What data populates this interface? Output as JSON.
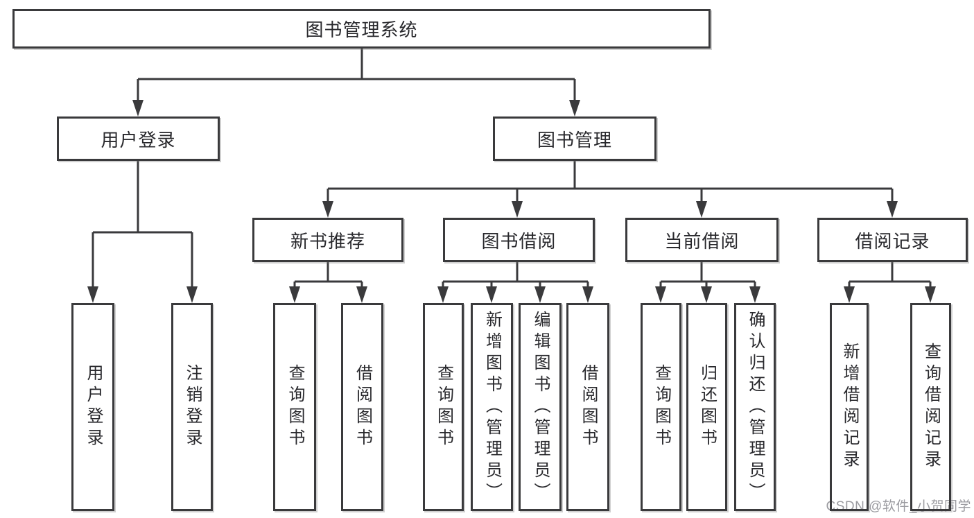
{
  "diagram": {
    "type": "hierarchy-tree",
    "title": "图书管理系统",
    "watermark": "CSDN @软件_小贺同学",
    "colors": {
      "line": "#3a3a3c",
      "box_border": "#3a3a3c",
      "box_fill": "#ffffff",
      "text": "#28282c",
      "watermark": "#9b9ba0",
      "background": "#ffffff"
    },
    "nodes": {
      "root": "图书管理系统",
      "l2": [
        "用户登录",
        "图书管理"
      ],
      "l3": [
        "新书推荐",
        "图书借阅",
        "当前借阅",
        "借阅记录"
      ],
      "leaves": [
        "用户登录",
        "注销登录",
        "查询图书",
        "借阅图书",
        "查询图书",
        "新增图书（管理员）",
        "编辑图书（管理员）",
        "借阅图书",
        "查询图书",
        "归还图书",
        "确认归还（管理员）",
        "新增借阅记录",
        "查询借阅记录"
      ]
    },
    "tree": {
      "图书管理系统": {
        "用户登录": [
          "用户登录",
          "注销登录"
        ],
        "图书管理": {
          "新书推荐": [
            "查询图书",
            "借阅图书"
          ],
          "图书借阅": [
            "查询图书",
            "新增图书（管理员）",
            "编辑图书（管理员）",
            "借阅图书"
          ],
          "当前借阅": [
            "查询图书",
            "归还图书",
            "确认归还（管理员）"
          ],
          "借阅记录": [
            "新增借阅记录",
            "查询借阅记录"
          ]
        }
      }
    }
  }
}
